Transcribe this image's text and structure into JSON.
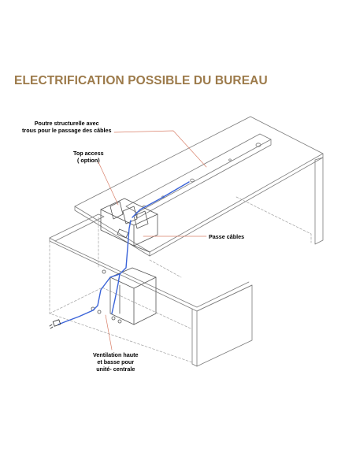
{
  "title": "ELECTRIFICATION POSSIBLE DU BUREAU",
  "labels": {
    "poutre_line1": "Poutre structurelle avec",
    "poutre_line2": "trous pour le passage des câbles",
    "top_access_line1": "Top access",
    "top_access_line2": "( option)",
    "passe_cables": "Passe câbles",
    "ventilation_line1": "Ventilation haute",
    "ventilation_line2": "et basse pour",
    "ventilation_line3": "unité-  centrale"
  },
  "colors": {
    "title": "#9c7a4a",
    "callout_line": "#d9806a",
    "cable": "#3a63d8",
    "furniture_line": "#7a7a7a",
    "hidden_line": "#9a9a9a"
  }
}
